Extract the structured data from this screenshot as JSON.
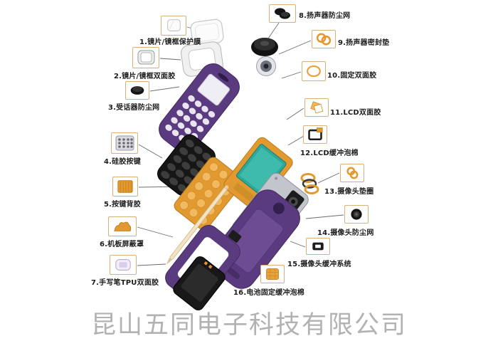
{
  "page": {
    "watermark": "昆山五同电子科技有限公司",
    "background": "#ffffff"
  },
  "colors": {
    "housing_purple": "#5b3b80",
    "board_orange": "#e2992f",
    "lcd_teal": "#2fa89a",
    "shield_gray": "#c3c5cd",
    "part_black": "#1b1b1b",
    "label_text": "#1c1c1c",
    "thumb_border": "#d8b07a",
    "watermark_gray": "#b2b2b2",
    "leader_line": "#6b6b6b"
  },
  "parts": [
    {
      "num": 1,
      "label": "1.镜片/镜框保护膜",
      "name": "lens-frame-protective-film"
    },
    {
      "num": 2,
      "label": "2.镜片/镜框双面胶",
      "name": "lens-frame-double-sided-tape"
    },
    {
      "num": 3,
      "label": "3.受话器防尘网",
      "name": "receiver-dust-mesh"
    },
    {
      "num": 4,
      "label": "4.硅胶按键",
      "name": "silicone-keypad"
    },
    {
      "num": 5,
      "label": "5.按键背胶",
      "name": "keypad-backing-adhesive"
    },
    {
      "num": 6,
      "label": "6.机板屏蔽罩",
      "name": "board-shield-cover"
    },
    {
      "num": 7,
      "label": "7.手写笔TPU双面胶",
      "name": "stylus-tpu-double-sided-tape"
    },
    {
      "num": 8,
      "label": "8.扬声器防尘网",
      "name": "speaker-dust-mesh"
    },
    {
      "num": 9,
      "label": "9.扬声器密封垫",
      "name": "speaker-sealing-gasket"
    },
    {
      "num": 10,
      "label": "10.固定双面胶",
      "name": "fixing-double-sided-tape"
    },
    {
      "num": 11,
      "label": "11.LCD双面胶",
      "name": "lcd-double-sided-tape"
    },
    {
      "num": 12,
      "label": "12.LCD缓冲泡棉",
      "name": "lcd-buffer-foam"
    },
    {
      "num": 13,
      "label": "13.摄像头垫圈",
      "name": "camera-gasket"
    },
    {
      "num": 14,
      "label": "14.摄像头防尘网",
      "name": "camera-dust-mesh"
    },
    {
      "num": 15,
      "label": "15.摄像头缓冲系统",
      "name": "camera-buffer-system"
    },
    {
      "num": 16,
      "label": "16.电池固定缓冲泡棉",
      "name": "battery-fixing-buffer-foam"
    }
  ]
}
